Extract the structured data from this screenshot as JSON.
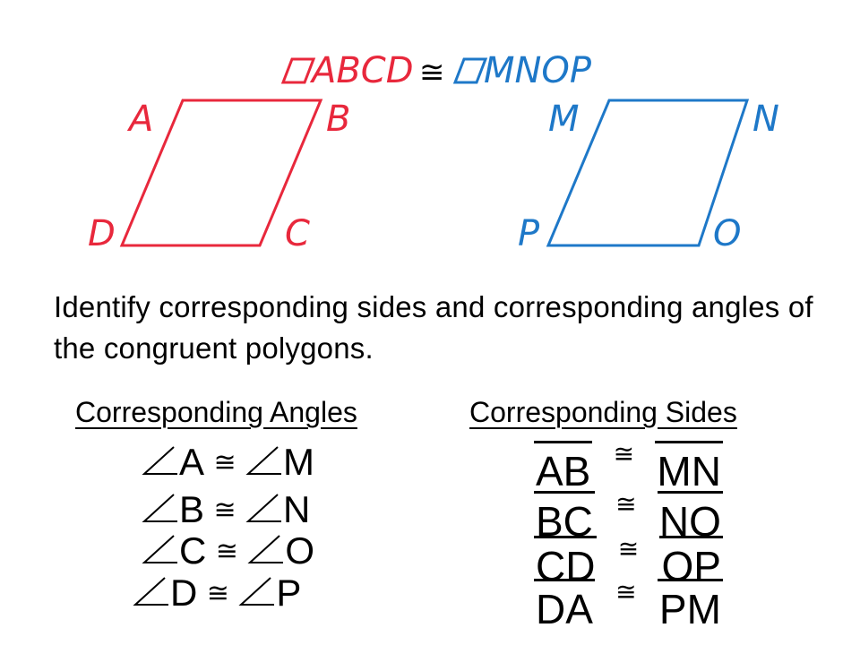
{
  "figure": {
    "title_left": "ABCD",
    "title_cong": "≅",
    "title_right": "MNOP",
    "left_color": "#e8283c",
    "right_color": "#1e78c8",
    "left_vertices": {
      "a": "A",
      "b": "B",
      "c": "C",
      "d": "D"
    },
    "right_vertices": {
      "a": "M",
      "b": "N",
      "c": "O",
      "d": "P"
    }
  },
  "instruction": "Identify corresponding sides and corresponding angles of the congruent polygons.",
  "angles": {
    "heading": "Corresponding Angles",
    "rows": [
      {
        "left": "A",
        "right": "M"
      },
      {
        "left": "B",
        "right": "N"
      },
      {
        "left": "C",
        "right": "O"
      },
      {
        "left": "D",
        "right": "P"
      }
    ]
  },
  "sides": {
    "heading": "Corresponding Sides",
    "rows": [
      {
        "left": "AB",
        "right": "MN"
      },
      {
        "left": "BC",
        "right": "NO"
      },
      {
        "left": "CD",
        "right": "OP"
      },
      {
        "left": "DA",
        "right": "PM"
      }
    ]
  },
  "cong_symbol": "≅"
}
